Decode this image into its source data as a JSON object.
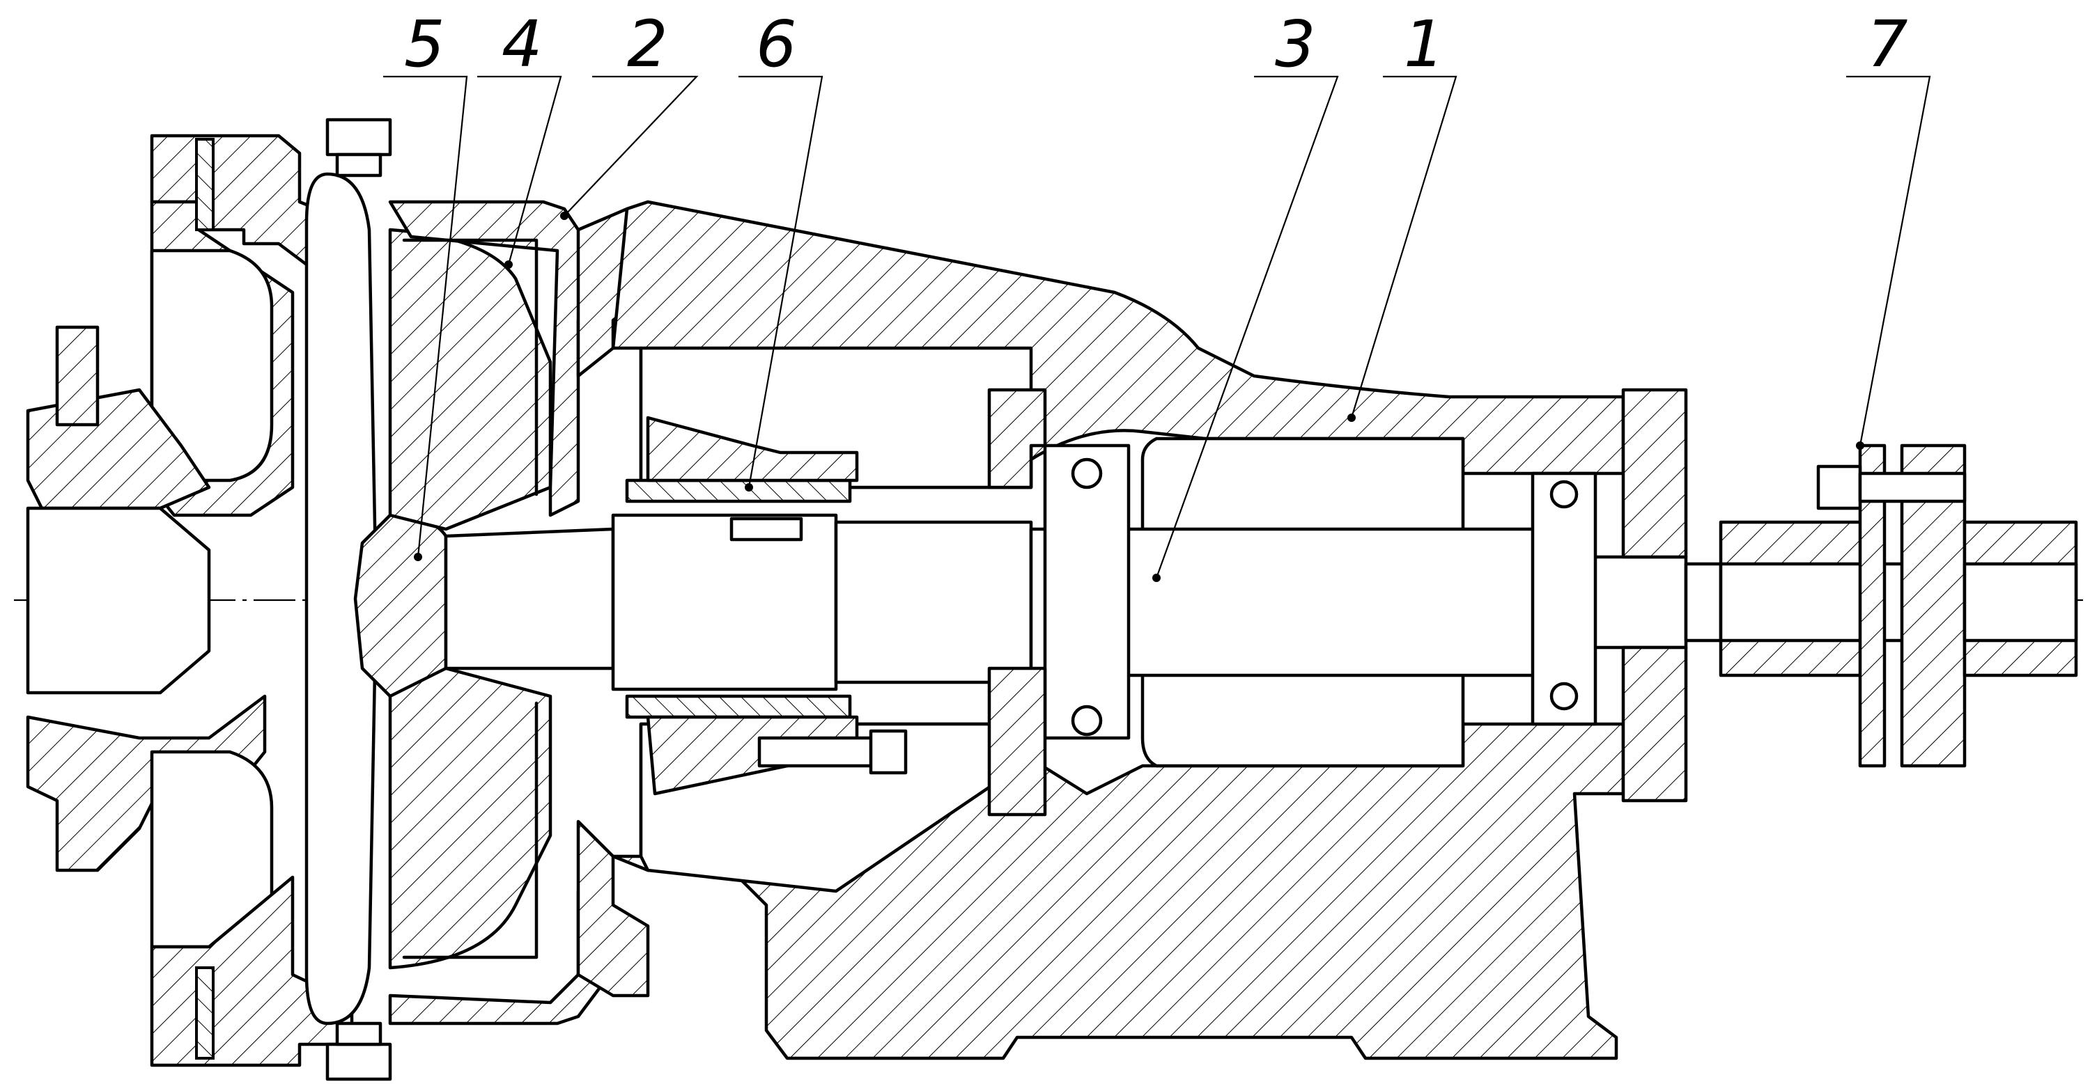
{
  "figure": {
    "callouts": [
      {
        "id": "callout-5",
        "label": "5"
      },
      {
        "id": "callout-4",
        "label": "4"
      },
      {
        "id": "callout-2",
        "label": "2"
      },
      {
        "id": "callout-6",
        "label": "6"
      },
      {
        "id": "callout-3",
        "label": "3"
      },
      {
        "id": "callout-1",
        "label": "1"
      },
      {
        "id": "callout-7",
        "label": "7"
      }
    ]
  },
  "colors": {
    "ink": "#000000",
    "paper": "#ffffff"
  }
}
